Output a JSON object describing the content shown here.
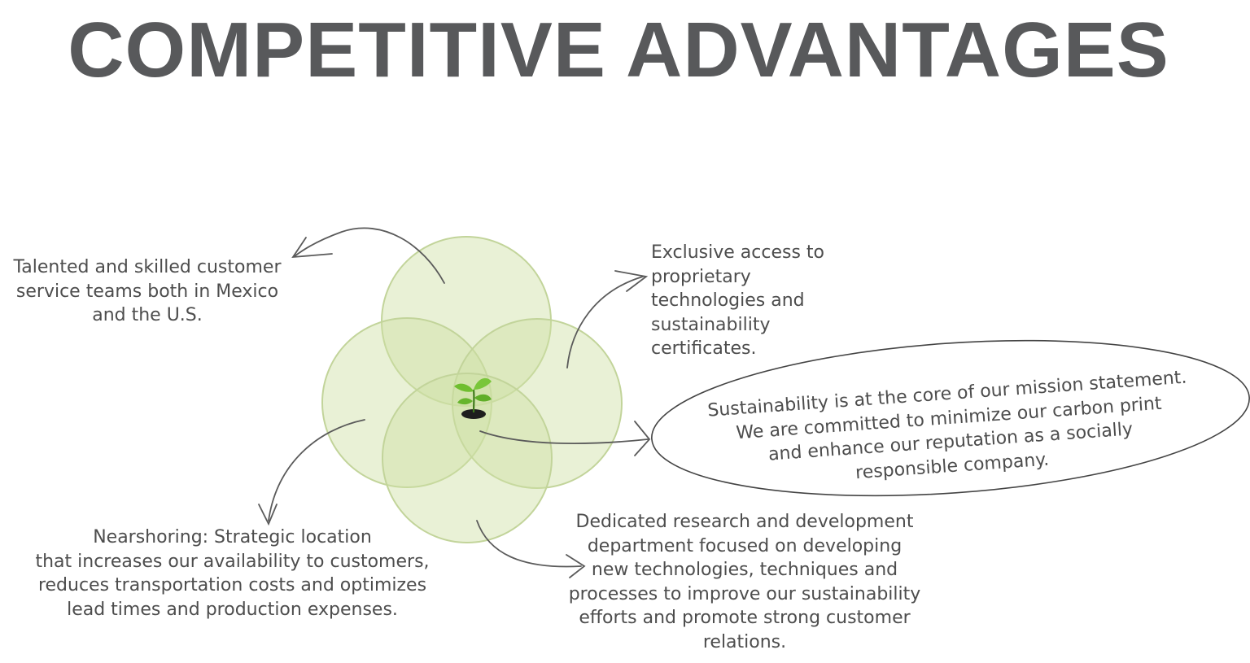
{
  "title": "COMPETITIVE ADVANTAGES",
  "colors": {
    "title": "#58595b",
    "circle_fill": "#cfe0a4",
    "circle_stroke": "#c2d49a",
    "arrow": "#5a5a5a",
    "plant_leaf": "#6fbe2f",
    "soil": "#1e1e1e"
  },
  "center_icon": "seedling-icon",
  "notes": {
    "top_left": {
      "lines": [
        "Talented and skilled customer",
        "service teams both in Mexico",
        "and the U.S."
      ]
    },
    "top_right": {
      "lines": [
        "Exclusive access to",
        "proprietary",
        "technologies and",
        "sustainability",
        "certificates."
      ]
    },
    "mission": {
      "lines": [
        "Sustainability is at the core of our mission statement.",
        "We are committed to minimize our carbon print",
        "and enhance our reputation as a socially",
        "responsible company."
      ]
    },
    "bottom_left": {
      "lines": [
        "Nearshoring: Strategic location",
        "that increases our availability to customers,",
        "reduces transportation costs and optimizes",
        "lead times and production expenses."
      ]
    },
    "bottom_right": {
      "lines": [
        "Dedicated research and development",
        "department focused on developing",
        "new technologies, techniques and",
        "processes to improve our sustainability",
        "efforts and promote strong customer",
        "relations."
      ]
    }
  }
}
